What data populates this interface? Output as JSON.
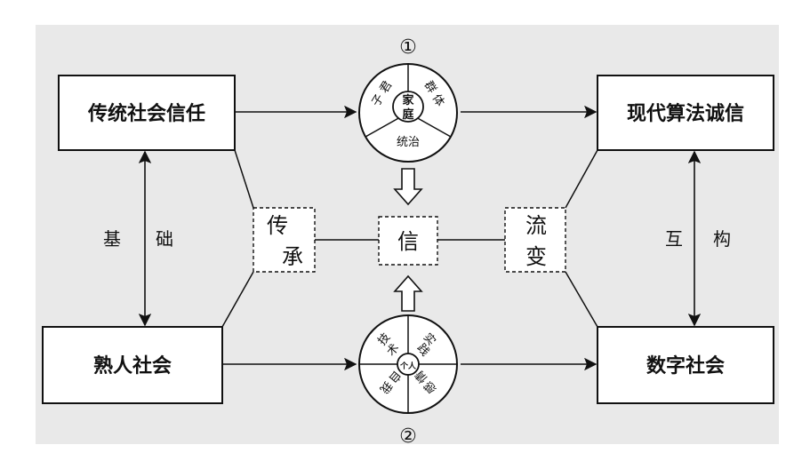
{
  "boxes": {
    "top_left": "传统社会信任",
    "top_right": "现代算法诚信",
    "bottom_left": "熟人社会",
    "bottom_right": "数字社会"
  },
  "side_labels": {
    "left": [
      "基",
      "础"
    ],
    "right": [
      "互",
      "构"
    ]
  },
  "dashed_boxes": {
    "left": [
      "传",
      "承"
    ],
    "center": "信",
    "right": [
      "流",
      "变"
    ]
  },
  "circle_top": {
    "number": "①",
    "center": [
      "家",
      "庭"
    ],
    "left": [
      "君",
      "子"
    ],
    "right": [
      "群",
      "体"
    ],
    "bottom": "统治"
  },
  "circle_bottom": {
    "number": "②",
    "center": "个人",
    "top_left": [
      "技",
      "术"
    ],
    "top_right": [
      "实",
      "践"
    ],
    "bottom_left": [
      "自",
      "我"
    ],
    "bottom_right": [
      "情",
      "感"
    ]
  }
}
